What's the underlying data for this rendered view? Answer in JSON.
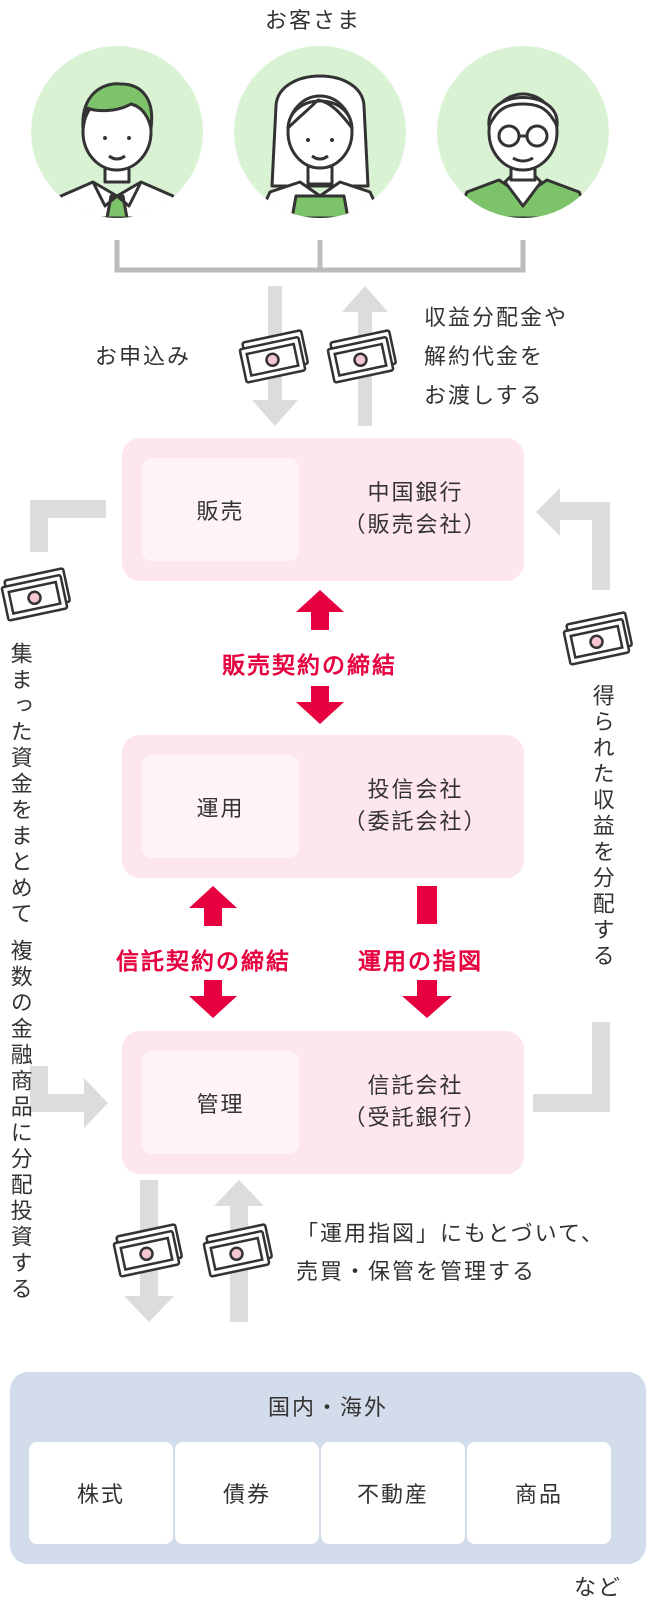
{
  "customers": {
    "label": "お客さま"
  },
  "flow_top": {
    "apply": "お申込み",
    "payout_line1": "収益分配金や",
    "payout_line2": "解約代金を",
    "payout_line3": "お渡しする"
  },
  "entities": [
    {
      "role": "販売",
      "name_line1": "中国銀行",
      "name_line2": "（販売会社）"
    },
    {
      "role": "運用",
      "name_line1": "投信会社",
      "name_line2": "（委託会社）"
    },
    {
      "role": "管理",
      "name_line1": "信託会社",
      "name_line2": "（受託銀行）"
    }
  ],
  "contracts": {
    "sales": "販売契約の締結",
    "trust": "信託契約の締結",
    "instruction": "運用の指図"
  },
  "side": {
    "left_col1": "集まった資金をまとめて",
    "left_col2": "複数の金融商品に分配投資する",
    "right": "得られた収益を分配する"
  },
  "flow_bottom": {
    "line1": "「運用指図」にもとづいて、",
    "line2": "売買・保管を管理する"
  },
  "markets": {
    "title": "国内・海外",
    "assets": [
      "株式",
      "債券",
      "不動産",
      "商品"
    ],
    "etc": "など"
  },
  "colors": {
    "accent_red": "#e6003f",
    "pink_box": "#fde6ec",
    "blue_box": "#d3dceb",
    "avatar_bg": "#d9f2d3",
    "arrow_gray": "#dcdcdc",
    "green": "#7dc36a"
  }
}
